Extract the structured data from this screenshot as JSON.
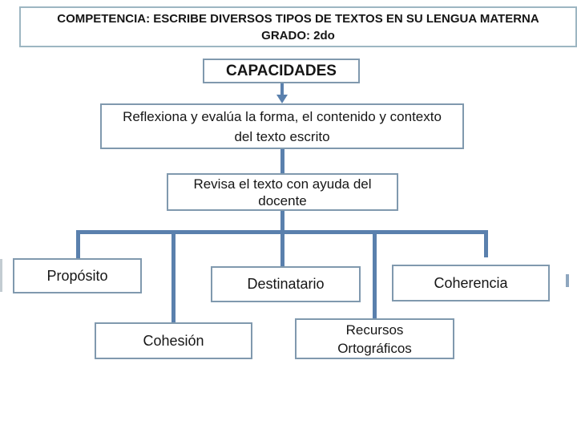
{
  "header": {
    "line1": "COMPETENCIA: ESCRIBE DIVERSOS TIPOS DE TEXTOS EN SU LENGUA MATERNA",
    "line2": "GRADO: 2do"
  },
  "nodes": {
    "capacidades": "CAPACIDADES",
    "reflexiona": "Reflexiona y evalúa la forma, el contenido y contexto del texto escrito",
    "revisa": "Revisa el texto con ayuda del docente",
    "leaves": [
      {
        "label": "Propósito"
      },
      {
        "label": "Destinatario"
      },
      {
        "label": "Coherencia"
      },
      {
        "label": "Cohesión"
      },
      {
        "label": "Recursos Ortográficos"
      }
    ]
  },
  "colors": {
    "connector": "#5a80ad",
    "border": "#8099ae",
    "border_light": "#9db6c2",
    "text": "#161616",
    "background": "#ffffff"
  }
}
